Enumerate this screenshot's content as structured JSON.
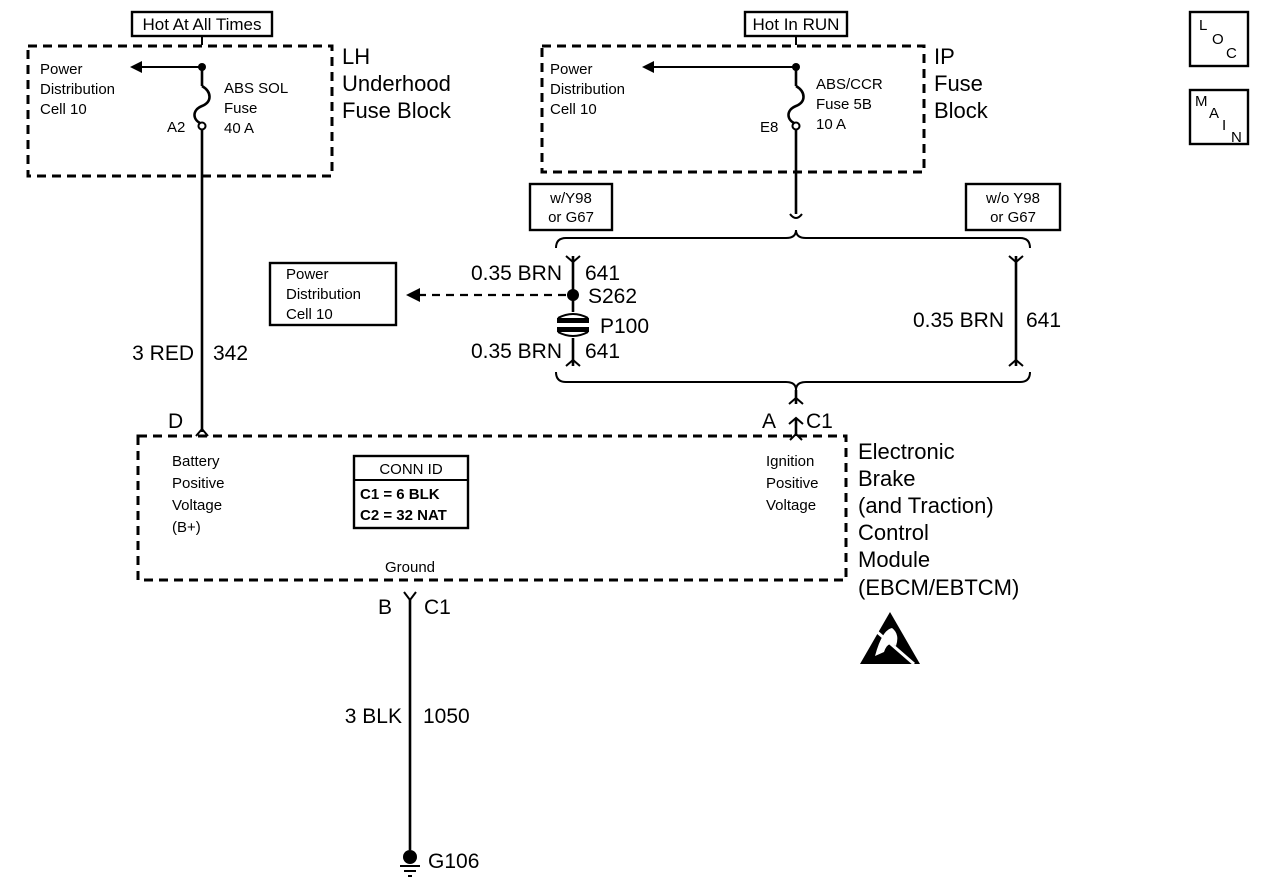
{
  "header_tags": {
    "left": "Hot At All Times",
    "right": "Hot In RUN"
  },
  "lh_block": {
    "title": [
      "LH",
      "Underhood",
      "Fuse Block"
    ],
    "power_dist": [
      "Power",
      "Distribution",
      "Cell 10"
    ],
    "fuse_label": [
      "ABS SOL",
      "Fuse",
      "40 A"
    ],
    "terminal": "A2"
  },
  "ip_block": {
    "title": [
      "IP",
      "Fuse",
      "Block"
    ],
    "power_dist": [
      "Power",
      "Distribution",
      "Cell 10"
    ],
    "fuse_label": [
      "ABS/CCR",
      "Fuse 5B",
      "10 A"
    ],
    "terminal": "E8"
  },
  "options": {
    "with": [
      "w/Y98",
      "or G67"
    ],
    "without": [
      "w/o Y98",
      "or G67"
    ]
  },
  "splice_branch": {
    "upper_wire": {
      "gauge": "0.35 BRN",
      "circuit": "641"
    },
    "splice": "S262",
    "connector": "P100",
    "lower_wire": {
      "gauge": "0.35 BRN",
      "circuit": "641"
    },
    "power_dist": [
      "Power",
      "Distribution",
      "Cell 10"
    ]
  },
  "right_branch": {
    "gauge": "0.35 BRN",
    "circuit": "641"
  },
  "battery_wire": {
    "gauge": "3 RED",
    "circuit": "342",
    "pin": "D"
  },
  "ignition_pin": {
    "pin": "A",
    "connector": "C1"
  },
  "module": {
    "title": [
      "Electronic",
      "Brake",
      "(and Traction)",
      "Control",
      "Module",
      "(EBCM/EBTCM)"
    ],
    "battery_label": [
      "Battery",
      "Positive",
      "Voltage",
      "(B+)"
    ],
    "ignition_label": [
      "Ignition",
      "Positive",
      "Voltage"
    ],
    "ground_label": "Ground",
    "conn_id": {
      "title": "CONN ID",
      "rows": [
        "C1 = 6 BLK",
        "C2 = 32 NAT"
      ]
    }
  },
  "ground_wire": {
    "pin": "B",
    "connector": "C1",
    "gauge": "3 BLK",
    "circuit": "1050",
    "ground": "G106"
  },
  "nav": {
    "loc": [
      "L",
      "O",
      "C"
    ],
    "main": [
      "M",
      "A",
      "I",
      "N"
    ]
  },
  "esd_icon": "esd-warning-icon"
}
